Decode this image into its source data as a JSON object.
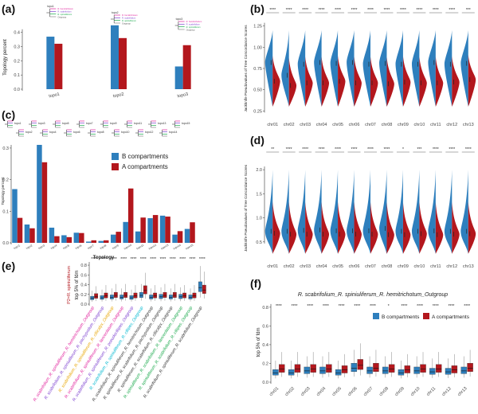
{
  "colors": {
    "B": "#2e7fbd",
    "A": "#b3171d",
    "grey": "#888888",
    "r1": "#e0219c",
    "r2": "#7b3fcf",
    "r3": "#e8a500",
    "r4": "#00b8d0",
    "r5": "#333333",
    "r6": "#18a84a"
  },
  "labels": {
    "a": "(a)",
    "b": "(b)",
    "c": "(c)",
    "d": "(d)",
    "e": "(e)",
    "f": "(f)"
  },
  "legend": {
    "B": "B compartments",
    "A": "A compartments"
  },
  "chart_data": [
    {
      "panel": "a",
      "type": "bar",
      "categories": [
        "topo1",
        "topo2",
        "topo3"
      ],
      "series": [
        {
          "name": "B compartments",
          "values": [
            0.37,
            0.45,
            0.16
          ]
        },
        {
          "name": "A compartments",
          "values": [
            0.32,
            0.36,
            0.31
          ]
        }
      ],
      "ylabel": "Topology percent",
      "yticks": [
        0.0,
        0.1,
        0.2,
        0.3,
        0.4
      ],
      "ylim": [
        0,
        0.46
      ],
      "tree_labels": [
        "topo1",
        "topo2",
        "topo3"
      ],
      "species_labels": [
        "R. hemitrichotum",
        "R. scabrifolium",
        "R. spiniuliferum",
        "Outgroup"
      ]
    },
    {
      "panel": "b",
      "type": "violin",
      "categories": [
        "chr01",
        "chr02",
        "chr03",
        "chr04",
        "chr05",
        "chr06",
        "chr07",
        "chr08",
        "chr09",
        "chr10",
        "chr11",
        "chr12",
        "chr13"
      ],
      "significance": [
        "****",
        "****",
        "****",
        "****",
        "****",
        "****",
        "****",
        "****",
        "****",
        "****",
        "****",
        "****",
        "***"
      ],
      "ylabel": "Jackknife Pseudovalues of Tree Concordance Scores",
      "yticks": [
        0.25,
        0.5,
        0.75,
        1.0,
        1.25
      ],
      "ylim": [
        0.15,
        1.35
      ],
      "B_median": [
        0.82,
        0.67,
        0.8,
        0.82,
        0.81,
        0.82,
        0.8,
        0.81,
        0.8,
        0.8,
        0.82,
        0.8,
        0.81
      ],
      "A_median": [
        0.6,
        0.55,
        0.58,
        0.58,
        0.6,
        0.58,
        0.58,
        0.57,
        0.59,
        0.58,
        0.58,
        0.59,
        0.62
      ]
    },
    {
      "panel": "c",
      "type": "bar",
      "categories": [
        "topo1",
        "topo2",
        "topo3",
        "topo4",
        "topo5",
        "topo6",
        "topo7",
        "topo8",
        "topo9",
        "topo10",
        "topo11",
        "topo12",
        "topo13",
        "topo14",
        "topo15"
      ],
      "series": [
        {
          "name": "B compartments",
          "values": [
            0.17,
            0.058,
            0.31,
            0.048,
            0.024,
            0.032,
            0.004,
            0.006,
            0.026,
            0.066,
            0.036,
            0.078,
            0.086,
            0.026,
            0.044
          ]
        },
        {
          "name": "A compartments",
          "values": [
            0.079,
            0.046,
            0.255,
            0.021,
            0.018,
            0.031,
            0.008,
            0.008,
            0.035,
            0.172,
            0.08,
            0.088,
            0.083,
            0.037,
            0.065
          ]
        }
      ],
      "xlabel": "Topology",
      "ylabel": "Topology percent",
      "yticks": [
        0.0,
        0.1,
        0.2,
        0.3
      ],
      "ylim": [
        0,
        0.32
      ],
      "tree_labels": [
        "topo1",
        "topo2",
        "topo3",
        "topo4",
        "topo5",
        "topo6",
        "topo7",
        "topo8",
        "topo9",
        "topo10",
        "topo11",
        "topo12",
        "topo13",
        "topo14",
        "topo15"
      ]
    },
    {
      "panel": "d",
      "type": "violin",
      "categories": [
        "chr01",
        "chr02",
        "chr03",
        "chr04",
        "chr05",
        "chr06",
        "chr07",
        "chr08",
        "chr09",
        "chr10",
        "chr11",
        "chr12",
        "chr13"
      ],
      "significance": [
        "**",
        "****",
        "****",
        "****",
        "****",
        "****",
        "****",
        "****",
        "*",
        "***",
        "****",
        "****",
        "****"
      ],
      "ylabel": "Jackknife Pseudovalues of Tree Concordance Scores",
      "yticks": [
        0.5,
        1.0,
        1.5,
        2.0
      ],
      "ylim": [
        0.1,
        2.3
      ],
      "B_median": [
        0.72,
        0.72,
        0.74,
        0.75,
        0.73,
        0.73,
        0.73,
        0.78,
        0.72,
        0.72,
        0.73,
        0.72,
        0.72
      ],
      "A_median": [
        0.68,
        0.66,
        0.66,
        0.66,
        0.66,
        0.66,
        0.66,
        0.65,
        0.65,
        0.67,
        0.65,
        0.66,
        0.67
      ]
    },
    {
      "panel": "e",
      "type": "boxplot",
      "categories": [
        "R. scabrifolium_R. spiniuliferum_R. hemitrichotum_Outgroup",
        "R. scabrifolium_R. spiniuliferum_R. pachypodum_Outgroup",
        "R. scabrifolium_R. spiniuliferum_R. ciliicalyx_Outgroup",
        "R. scabrifolium_R. spiniuliferum_R. lanceolatum_Outgroup",
        "R. scabrifolium_R. spiniuliferum_R. pseudociliipes_Outgroup",
        "R. scabrifolium_R. spiniuliferum_R. ciliipes_Outgroup",
        "R. scabrifolium_R. spiniuliferum_R. hemitrichotum_Outgroup",
        "R. spiniuliferum_R. scabrifolium_R. pachypodum_Outgroup",
        "R. spiniuliferum_R. scabrifolium_R. ciliicalyx_Outgroup",
        "R. spiniuliferum_R. scabrifolium_R. lanceolatum_Outgroup",
        "R. spiniuliferum_R. scabrifolium_R. ciliipes_Outgroup",
        "R. scabrifolium_R. spiniuliferum_R. scabrifolium_Outgroup"
      ],
      "label_colors": [
        "r1",
        "r2",
        "r3",
        "r1",
        "r2",
        "r4",
        "r5",
        "r5",
        "r5",
        "r6",
        "r6",
        "r5"
      ],
      "significance": [
        "****",
        "****",
        "****",
        "****",
        "****",
        "****",
        "****",
        "****",
        "****",
        "****",
        "****",
        "****"
      ],
      "ylabel": "top 5% of fdm",
      "ylabel_left": "P2=R. spiniuliferum",
      "yticks": [
        0.0,
        0.2,
        0.4,
        0.6,
        0.8
      ],
      "ylim": [
        0,
        0.85
      ],
      "B_median": [
        0.12,
        0.13,
        0.14,
        0.14,
        0.13,
        0.18,
        0.14,
        0.15,
        0.14,
        0.15,
        0.14,
        0.34
      ],
      "A_median": [
        0.16,
        0.17,
        0.18,
        0.18,
        0.17,
        0.28,
        0.17,
        0.18,
        0.18,
        0.17,
        0.17,
        0.29
      ]
    },
    {
      "panel": "f",
      "type": "boxplot",
      "title": "R. scabrifolium_R. spiniuliferum_R. hemitrichotum_Outgroup",
      "categories": [
        "chr01",
        "chr02",
        "chr03",
        "chr04",
        "chr05",
        "chr06",
        "chr07",
        "chr08",
        "chr09",
        "chr10",
        "chr11",
        "chr12",
        "chr13"
      ],
      "significance": [
        "****",
        "****",
        "****",
        "****",
        "****",
        "****",
        "****",
        "*",
        "****",
        "****",
        "****",
        "****",
        "****"
      ],
      "ylabel": "top 5% of fdm",
      "yticks": [
        0.0,
        0.2,
        0.4,
        0.6,
        0.8
      ],
      "ylim": [
        0,
        0.85
      ],
      "B_median": [
        0.1,
        0.1,
        0.12,
        0.12,
        0.1,
        0.15,
        0.12,
        0.12,
        0.1,
        0.12,
        0.11,
        0.11,
        0.12
      ],
      "A_median": [
        0.14,
        0.14,
        0.14,
        0.14,
        0.13,
        0.18,
        0.15,
        0.14,
        0.13,
        0.14,
        0.14,
        0.13,
        0.15
      ]
    }
  ]
}
